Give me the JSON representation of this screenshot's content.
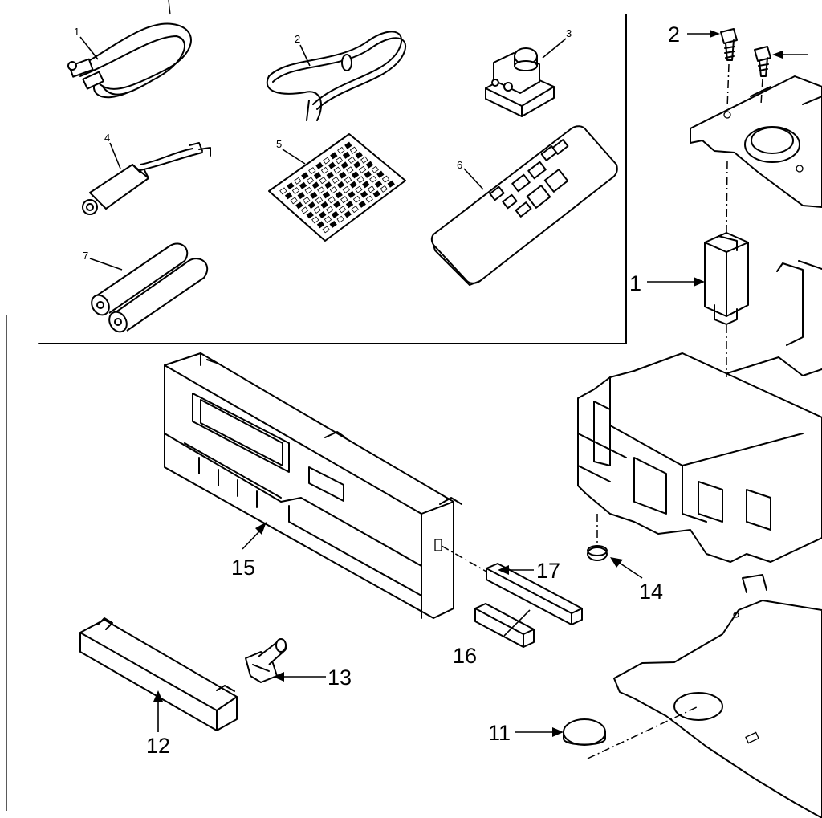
{
  "diagram": {
    "accessory_labels": [
      "1",
      "2",
      "3",
      "4",
      "5",
      "6",
      "7"
    ],
    "part_labels": [
      "2",
      "1",
      "15",
      "17",
      "14",
      "16",
      "13",
      "12",
      "11"
    ]
  },
  "colors": {
    "ink": "#000000",
    "paper": "#ffffff"
  }
}
